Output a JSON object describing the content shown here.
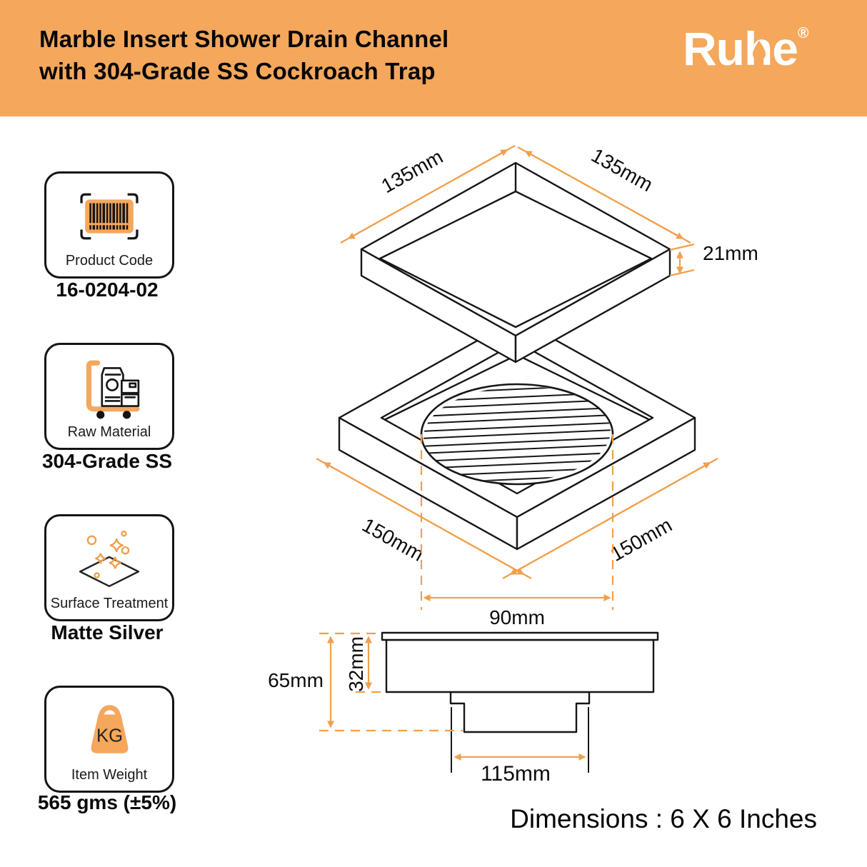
{
  "header": {
    "title_line1": "Marble Insert Shower Drain Channel",
    "title_line2": "with 304-Grade SS Cockroach Trap",
    "brand": "Ruhe",
    "reg_mark": "®"
  },
  "specs": [
    {
      "label": "Product Code",
      "value": "16-0204-02",
      "icon": "barcode-icon"
    },
    {
      "label": "Raw Material",
      "value": "304-Grade SS",
      "icon": "material-trolley-icon"
    },
    {
      "label": "Surface Treatment",
      "value": "Matte Silver",
      "icon": "surface-sparkle-icon"
    },
    {
      "label": "Item Weight",
      "value": "565 gms (±5%)",
      "icon": "weight-kg-icon",
      "icon_text": "KG"
    }
  ],
  "diagram": {
    "tray": {
      "dim_left": "135mm",
      "dim_right": "135mm",
      "dim_depth": "21mm"
    },
    "body": {
      "dim_left": "150mm",
      "dim_right": "150mm",
      "dim_drain": "90mm"
    },
    "side": {
      "dim_total_height": "65mm",
      "dim_body_height": "32mm",
      "dim_outlet_width": "115mm"
    }
  },
  "footer": {
    "dimensions_label": "Dimensions : 6 X 6 Inches"
  },
  "colors": {
    "brand_orange": "#F5A75C",
    "dimension_orange": "#F0A04C"
  }
}
